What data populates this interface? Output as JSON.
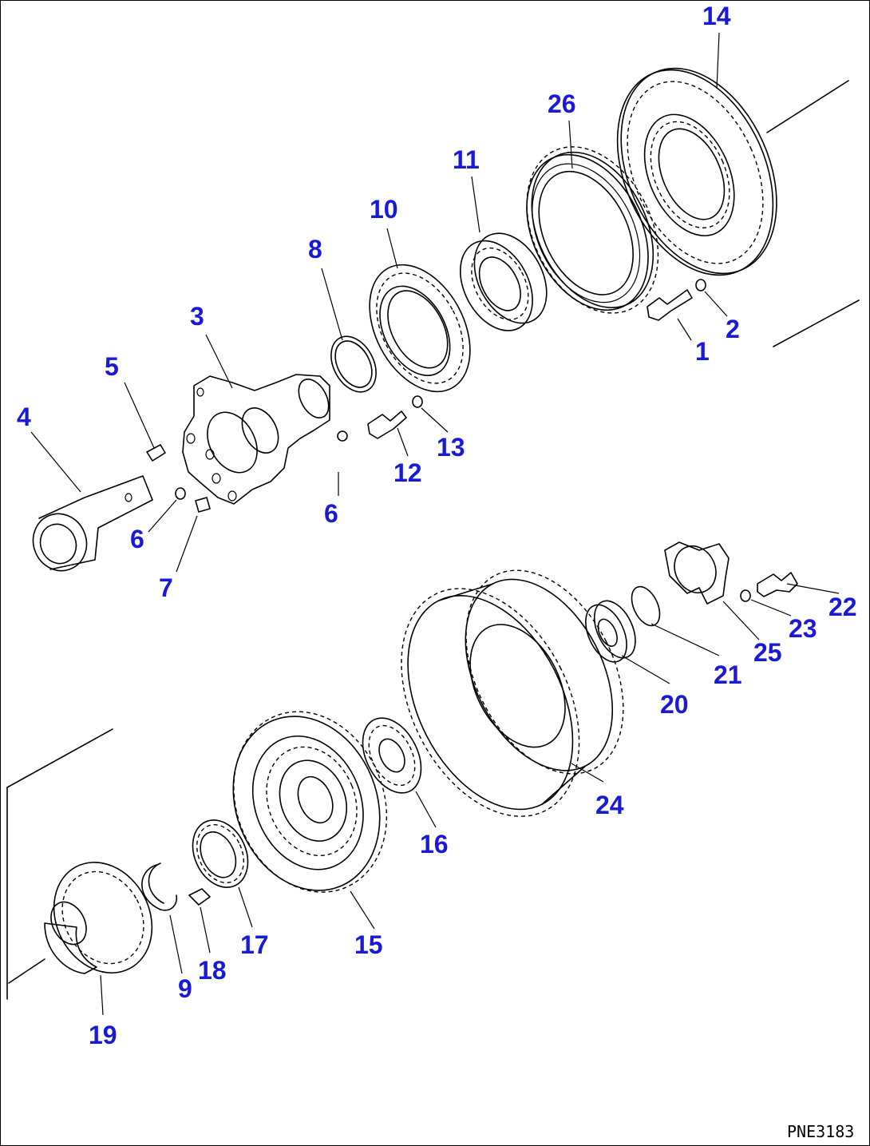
{
  "diagram": {
    "drawing_code": "PNE3183",
    "callouts": [
      "1",
      "2",
      "3",
      "4",
      "5",
      "6",
      "6",
      "7",
      "8",
      "9",
      "10",
      "11",
      "12",
      "13",
      "14",
      "15",
      "16",
      "17",
      "18",
      "19",
      "20",
      "21",
      "22",
      "23",
      "24",
      "25",
      "26"
    ]
  }
}
